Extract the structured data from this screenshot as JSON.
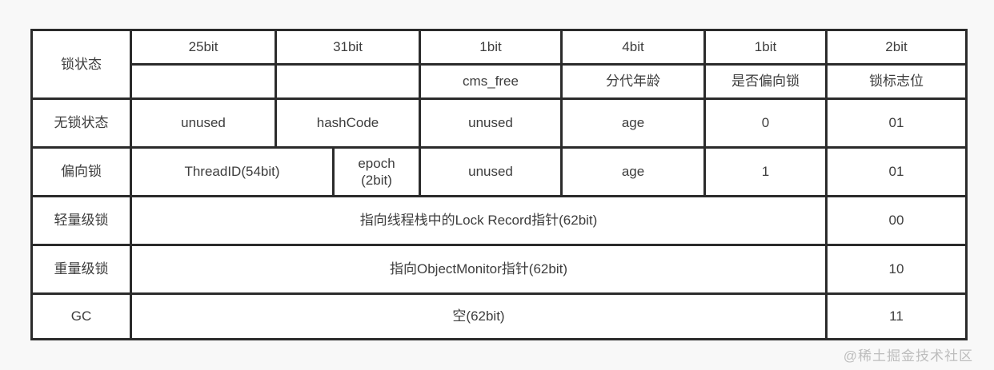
{
  "page": {
    "watermark": "@稀土掘金技术社区"
  },
  "colors": {
    "background": "#f8f8f8",
    "cell_background": "#ffffff",
    "border": "#2b2b2b",
    "text": "#3d3d3d",
    "watermark": "#bdbdbd"
  },
  "table": {
    "description_rows": [
      {
        "cells": [
          "锁状态",
          "25bit",
          "31bit",
          "1bit",
          "4bit",
          "1bit",
          "2bit"
        ]
      },
      {
        "cells": [
          "",
          "",
          "cms_free",
          "分代年龄",
          "是否偏向锁",
          "锁标志位"
        ]
      },
      {
        "cells": [
          "无锁状态",
          "unused",
          "hashCode",
          "unused",
          "age",
          "0",
          "01"
        ]
      },
      {
        "cells": [
          "偏向锁",
          "ThreadID(54bit)",
          "epoch\n(2bit)",
          "unused",
          "age",
          "1",
          "01"
        ]
      },
      {
        "cells": [
          "轻量级锁",
          "指向线程栈中的Lock Record指针(62bit)",
          "00"
        ]
      },
      {
        "cells": [
          "重量级锁",
          "指向ObjectMonitor指针(62bit)",
          "10"
        ]
      },
      {
        "cells": [
          "GC",
          "空(62bit)",
          "11"
        ]
      }
    ]
  }
}
